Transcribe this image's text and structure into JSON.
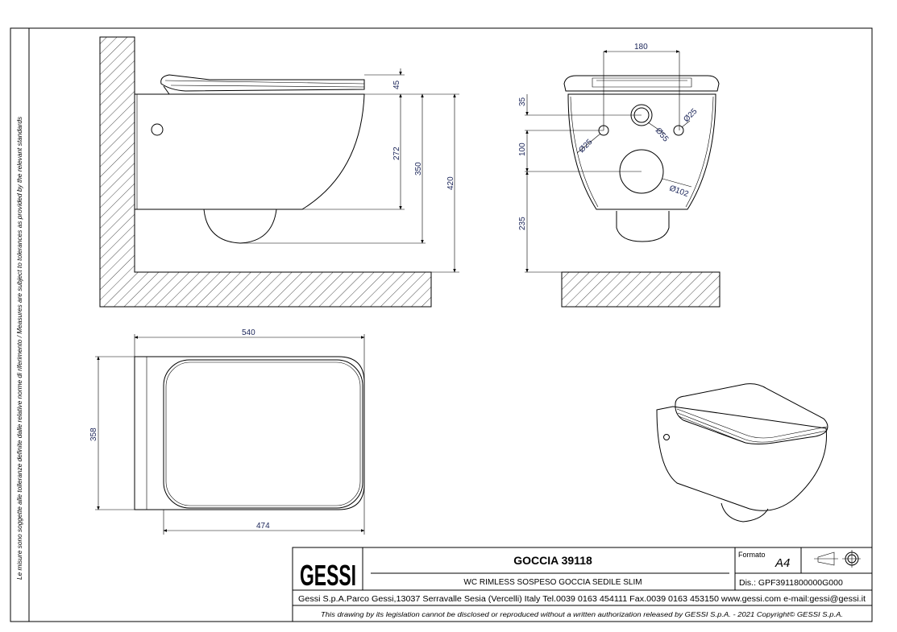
{
  "side_note": "Le misure sono soggette alle tolleranze definite dalle relative norme di riferimento / Measures are subject to tolerances as provided by the relevant standards",
  "side_view": {
    "dims": {
      "seat": "45",
      "bowl_height": "272",
      "foot_height": "350",
      "floor_height": "420"
    }
  },
  "front_view": {
    "dims": {
      "bolt_spacing": "180",
      "top_offset": "35",
      "vertical_spacing": "100",
      "outlet_height": "235",
      "bolt_left": "Ø25",
      "bolt_right": "Ø25",
      "inlet": "Ø55",
      "outlet": "Ø102"
    }
  },
  "top_view": {
    "dims": {
      "total_length": "540",
      "width": "358",
      "seat_length": "474"
    }
  },
  "title_block": {
    "logo": "GESSI",
    "title": "GOCCIA 39118",
    "subtitle": "WC RIMLESS SOSPESO GOCCIA SEDILE SLIM",
    "format_label": "Formato",
    "format_value": "A4",
    "drawing_number": "Dis.: GPF3911800000G000",
    "company": "Gessi S.p.A.Parco Gessi,13037 Serravalle Sesia (Vercelli) Italy Tel.0039 0163 454111 Fax.0039 0163 453150 www.gessi.com e-mail:gessi@gessi.it",
    "copyright": "This drawing by its legislation cannot be disclosed or reproduced without a written authorization released by GESSI S.p.A. - 2021 Copyright© GESSI S.p.A."
  },
  "colors": {
    "dimension_text": "#1a2458",
    "line": "#000000"
  }
}
